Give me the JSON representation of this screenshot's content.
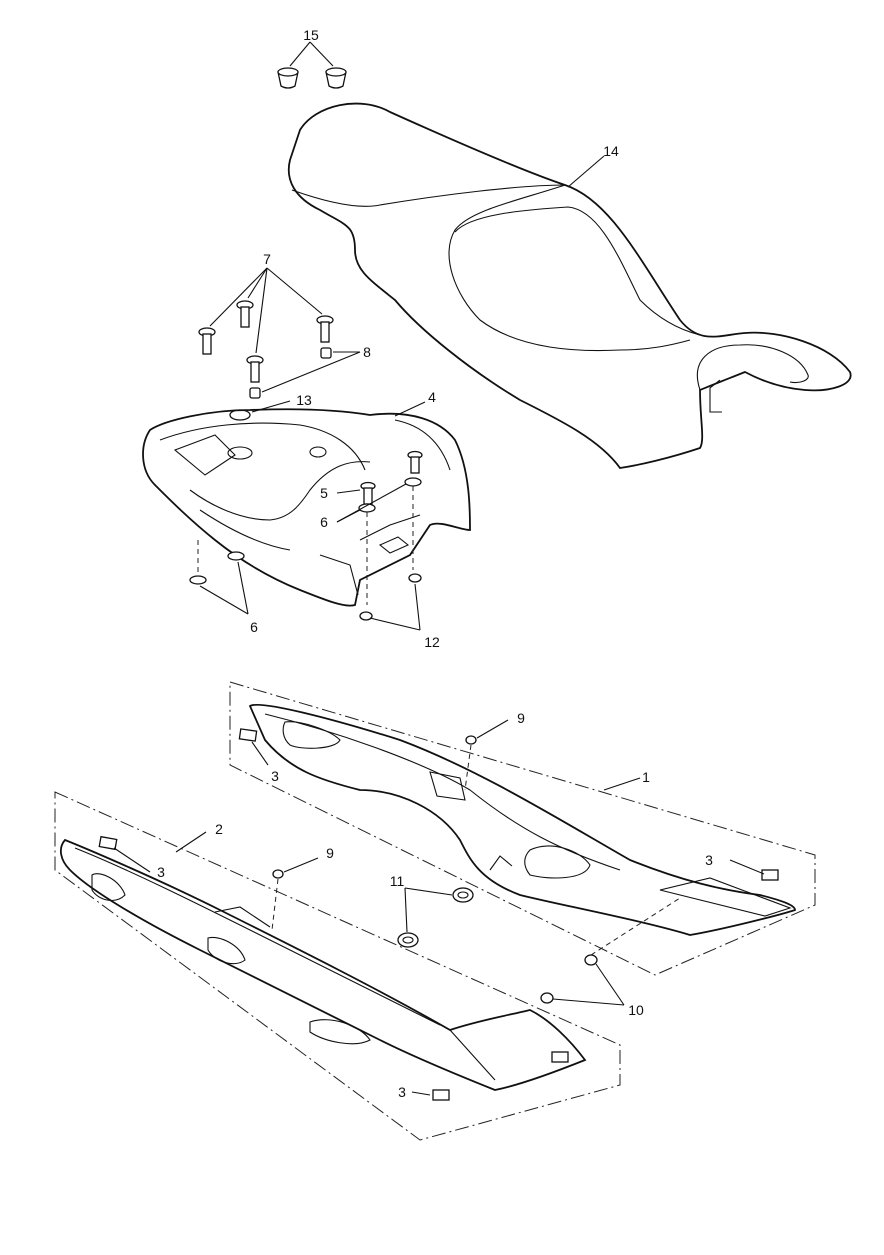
{
  "callouts": {
    "c15": "15",
    "c14": "14",
    "c7": "7",
    "c8": "8",
    "c13": "13",
    "c4": "4",
    "c5": "5",
    "c6a": "6",
    "c6b": "6",
    "c12": "12",
    "c9a": "9",
    "c3a": "3",
    "c1": "1",
    "c2": "2",
    "c9b": "9",
    "c3b": "3",
    "c3c": "3",
    "c11": "11",
    "c10": "10",
    "c3d": "3"
  }
}
